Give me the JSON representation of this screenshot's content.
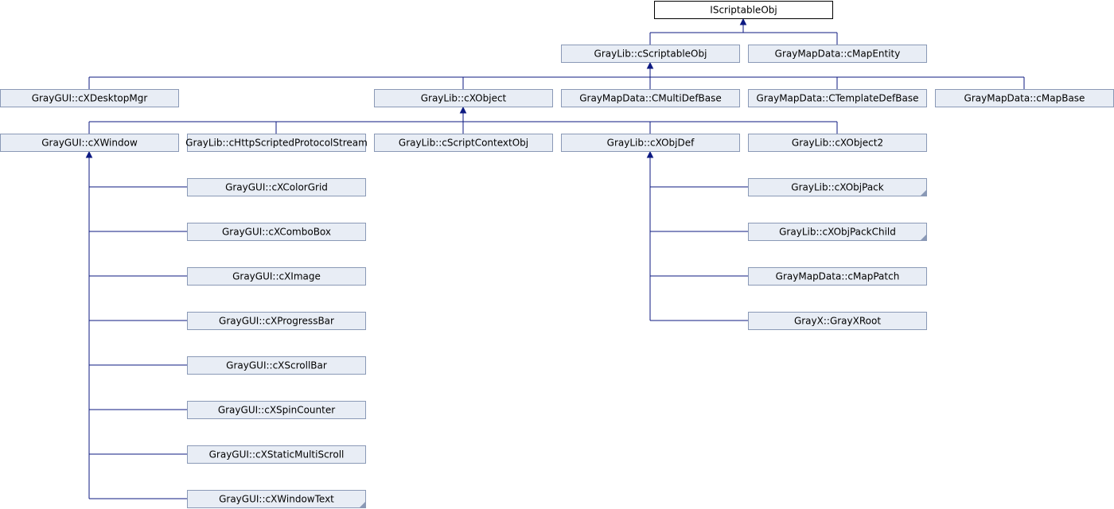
{
  "diagram": {
    "colors": {
      "node_fill": "#e8edf5",
      "node_border": "#8a99b6",
      "root_fill": "#ffffff",
      "root_border": "#000000",
      "edge": "#0d1a82",
      "corner_marker": "#8a99b6"
    },
    "nodes": [
      {
        "id": "iscriptableobj",
        "label": "IScriptableObj",
        "root": true
      },
      {
        "id": "cscriptableobj",
        "label": "GrayLib::cScriptableObj"
      },
      {
        "id": "cmapentity",
        "label": "GrayMapData::cMapEntity"
      },
      {
        "id": "cxdesktopmgr",
        "label": "GrayGUI::cXDesktopMgr"
      },
      {
        "id": "cxobject",
        "label": "GrayLib::cXObject"
      },
      {
        "id": "cmultidefbase",
        "label": "GrayMapData::CMultiDefBase"
      },
      {
        "id": "ctemplatedefbase",
        "label": "GrayMapData::CTemplateDefBase"
      },
      {
        "id": "cmapbase",
        "label": "GrayMapData::cMapBase"
      },
      {
        "id": "cxwindow",
        "label": "GrayGUI::cXWindow"
      },
      {
        "id": "chttpscripted",
        "label": "GrayLib::cHttpScriptedProtocolStream"
      },
      {
        "id": "cscriptcontextobj",
        "label": "GrayLib::cScriptContextObj"
      },
      {
        "id": "cxobjdef",
        "label": "GrayLib::cXObjDef"
      },
      {
        "id": "cxobject2",
        "label": "GrayLib::cXObject2"
      },
      {
        "id": "cxcolorgrid",
        "label": "GrayGUI::cXColorGrid"
      },
      {
        "id": "cxcombobox",
        "label": "GrayGUI::cXComboBox"
      },
      {
        "id": "cximage",
        "label": "GrayGUI::cXImage"
      },
      {
        "id": "cxprogressbar",
        "label": "GrayGUI::cXProgressBar"
      },
      {
        "id": "cxscrollbar",
        "label": "GrayGUI::cXScrollBar"
      },
      {
        "id": "cxspincounter",
        "label": "GrayGUI::cXSpinCounter"
      },
      {
        "id": "cxstaticmultiscroll",
        "label": "GrayGUI::cXStaticMultiScroll"
      },
      {
        "id": "cxwindowtext",
        "label": "GrayGUI::cXWindowText",
        "more": true
      },
      {
        "id": "cxobjpack",
        "label": "GrayLib::cXObjPack",
        "more": true
      },
      {
        "id": "cxobjpackchild",
        "label": "GrayLib::cXObjPackChild",
        "more": true
      },
      {
        "id": "cmappatch",
        "label": "GrayMapData::cMapPatch"
      },
      {
        "id": "grayxroot",
        "label": "GrayX::GrayXRoot"
      }
    ],
    "edges": [
      {
        "parent": "iscriptableobj",
        "children": [
          "cscriptableobj",
          "cmapentity"
        ]
      },
      {
        "parent": "cscriptableobj",
        "children": [
          "cxdesktopmgr",
          "cxobject",
          "cmultidefbase",
          "ctemplatedefbase",
          "cmapbase"
        ]
      },
      {
        "parent": "cxobject",
        "children": [
          "cxwindow",
          "chttpscripted",
          "cscriptcontextobj",
          "cxobjdef",
          "cxobject2"
        ]
      },
      {
        "parent": "cxwindow",
        "children": [
          "cxcolorgrid",
          "cxcombobox",
          "cximage",
          "cxprogressbar",
          "cxscrollbar",
          "cxspincounter",
          "cxstaticmultiscroll",
          "cxwindowtext"
        ]
      },
      {
        "parent": "cxobjdef",
        "children": [
          "cxobjpack",
          "cxobjpackchild",
          "cmappatch",
          "grayxroot"
        ]
      }
    ]
  }
}
